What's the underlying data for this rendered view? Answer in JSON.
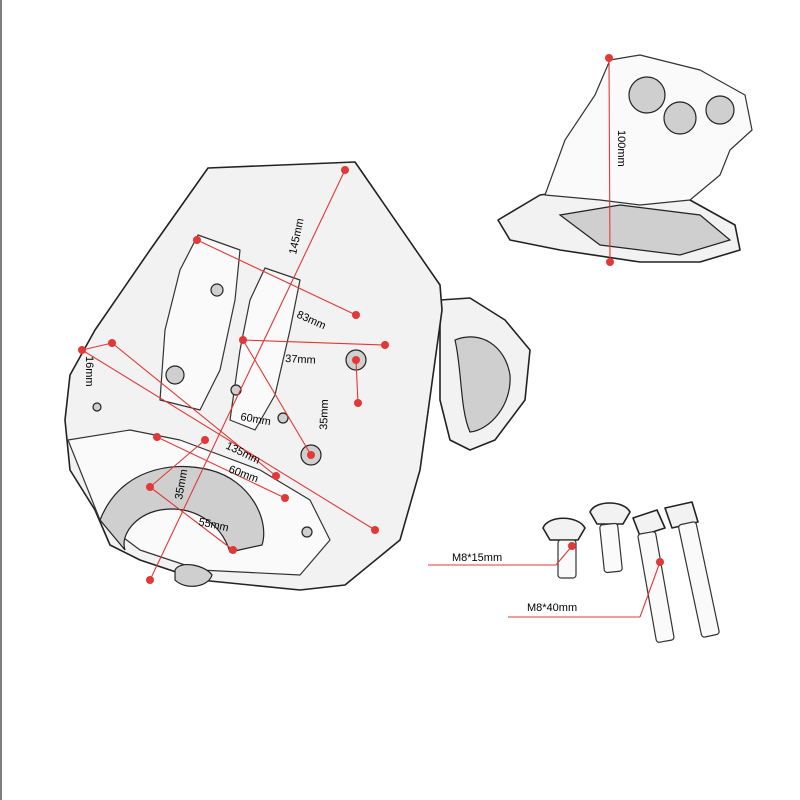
{
  "accent_color": "#e23838",
  "dimensions": {
    "d_145": "145mm",
    "d_83": "83mm",
    "d_37": "37mm",
    "d_35_right": "35mm",
    "d_16": "16mm",
    "d_60_upper": "60mm",
    "d_135": "135mm",
    "d_60_lower": "60mm",
    "d_35_left": "35mm",
    "d_55": "55mm",
    "d_100": "100mm"
  },
  "bolts": {
    "m8x15": "M8*15mm",
    "m8x40": "M8*40mm"
  }
}
